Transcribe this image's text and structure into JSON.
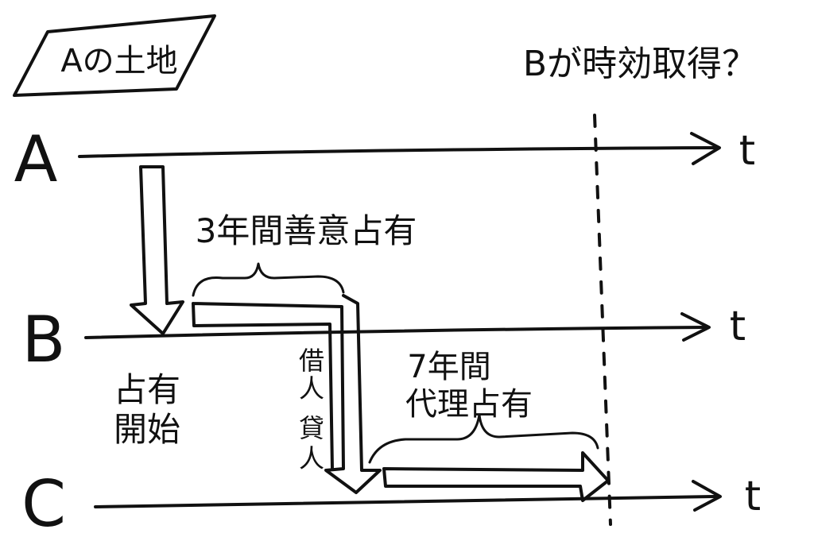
{
  "title_box": {
    "text": "Aの土地"
  },
  "question": {
    "text": "Bが時効取得？"
  },
  "rows": [
    {
      "label": "A",
      "axis_end_label": "t"
    },
    {
      "label": "B",
      "axis_end_label": "t"
    },
    {
      "label": "C",
      "axis_end_label": "t"
    }
  ],
  "annotations": {
    "possession_start": [
      "占有",
      "開始"
    ],
    "b_period": "3年間善意占有",
    "lease": [
      "貸",
      "人",
      "借",
      "人"
    ],
    "c_period": [
      "7年間",
      "代理占有"
    ]
  },
  "colors": {
    "ink": "#111111",
    "background": "#ffffff"
  }
}
